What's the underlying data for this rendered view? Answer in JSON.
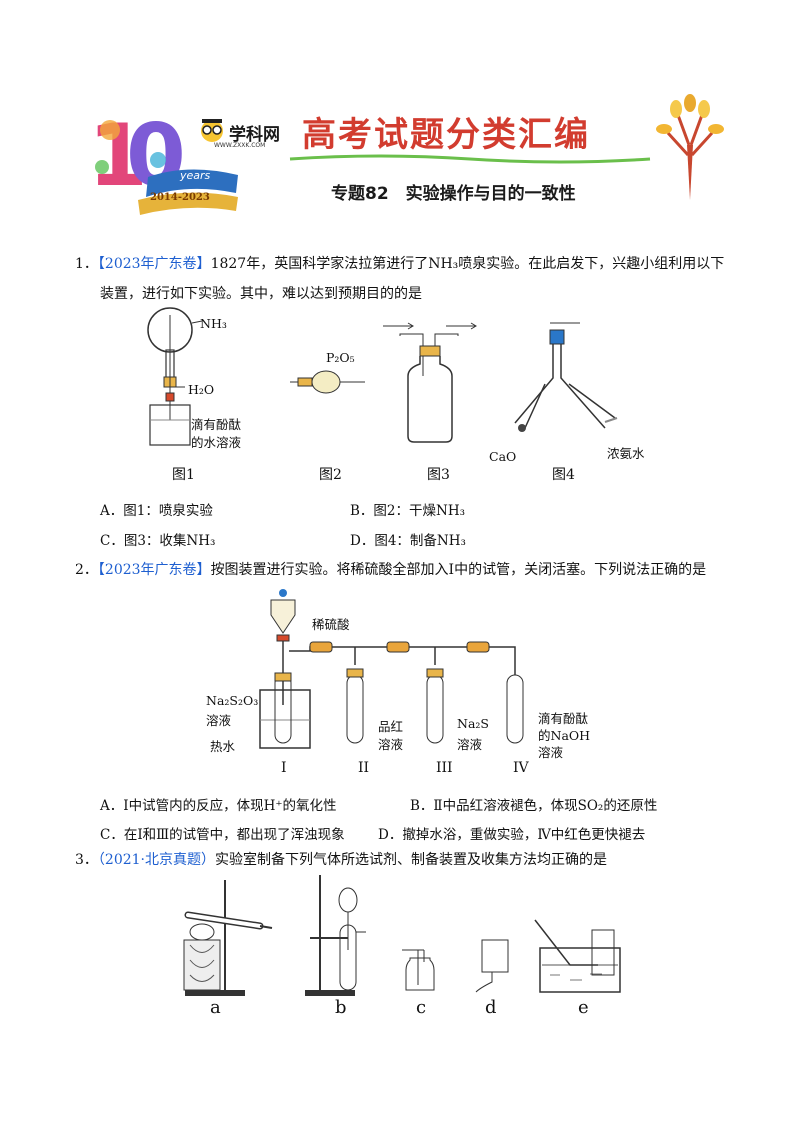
{
  "header": {
    "logo_text": "学科网",
    "logo_url": "WWW.ZXXK.COM",
    "anniv_word": "years",
    "anniv_range": "2014-2023",
    "banner_title": "高考试题分类汇编",
    "subtitle": "专题82　实验操作与目的一致性"
  },
  "q1": {
    "number": "1．",
    "source": "【2023年广东卷】",
    "stem_a": "1827年，英国科学家法拉第进行了",
    "formula": "NH₃",
    "stem_b": "喷泉实验。在此启发下，兴趣小组利用以下",
    "stem_c": "装置，进行如下实验。其中，难以达到预期目的的是",
    "fig1_nh3": "NH₃",
    "fig1_h2o": "H₂O",
    "fig1_sol_1": "滴有酚酞",
    "fig1_sol_2": "的水溶液",
    "fig2_p2o5": "P₂O₅",
    "fig4_cao": "CaO",
    "fig4_ammonia": "浓氨水",
    "captions": [
      "图1",
      "图2",
      "图3",
      "图4"
    ],
    "options": [
      {
        "text": "A．图1：喷泉实验",
        "formula": ""
      },
      {
        "text": "B．图2：干燥",
        "formula": "NH₃"
      },
      {
        "text": "C．图3：收集",
        "formula": "NH₃"
      },
      {
        "text": "D．图4：制备",
        "formula": "NH₃"
      }
    ]
  },
  "q2": {
    "number": "2．",
    "source": "【2023年广东卷】",
    "stem": "按图装置进行实验。将稀硫酸全部加入Ⅰ中的试管，关闭活塞。下列说法正确的是",
    "acid": "稀硫酸",
    "thio_1": "Na₂S₂O₃",
    "thio_2": "溶液",
    "hot_water": "热水",
    "magenta_1": "品红",
    "magenta_2": "溶液",
    "na2s_1": "Na₂S",
    "na2s_2": "溶液",
    "naoh_1": "滴有酚酞",
    "naoh_2": "的NaOH",
    "naoh_3": "溶液",
    "roman": [
      "I",
      "II",
      "III",
      "IV"
    ],
    "options": [
      {
        "text_a": "A．Ⅰ中试管内的反应，体现",
        "formula": "H⁺",
        "text_b": "的氧化性"
      },
      {
        "text_a": "B．Ⅱ中品红溶液褪色，体现",
        "formula": "SO₂",
        "text_b": "的还原性"
      },
      {
        "text_a": "C．在Ⅰ和Ⅲ的试管中，都出现了浑浊现象",
        "formula": "",
        "text_b": ""
      },
      {
        "text_a": "D．撤掉水浴，重做实验，Ⅳ中红色更快褪去",
        "formula": "",
        "text_b": ""
      }
    ]
  },
  "q3": {
    "number": "3．",
    "source": "（2021·北京真题）",
    "stem": "实验室制备下列气体所选试剂、制备装置及收集方法均正确的是",
    "labels": [
      "a",
      "b",
      "c",
      "d",
      "e"
    ]
  }
}
